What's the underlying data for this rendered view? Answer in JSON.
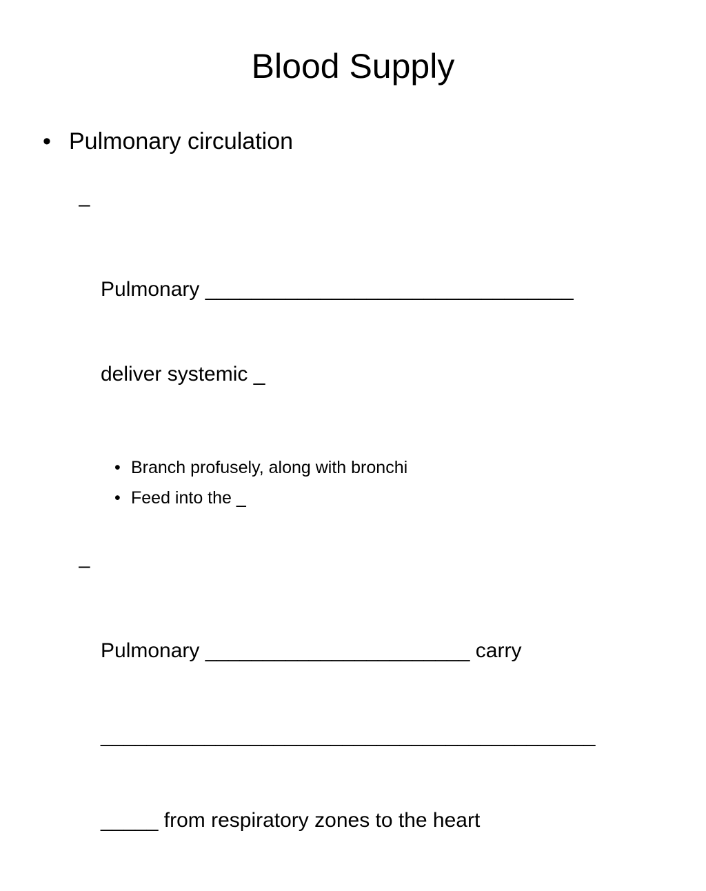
{
  "slide": {
    "title": "Blood Supply",
    "bullet1": {
      "marker": "•",
      "text": "Pulmonary circulation"
    },
    "sub1": {
      "marker": "–",
      "line1": "Pulmonary ________________________________",
      "line2": "deliver systemic _"
    },
    "sub1_items": [
      {
        "marker": "•",
        "text": "Branch profusely, along with bronchi"
      },
      {
        "marker": "•",
        "text": "Feed into the _"
      }
    ],
    "sub2": {
      "marker": "–",
      "line1": "Pulmonary _______________________ carry",
      "line2": "___________________________________________",
      "line3": "_____ from respiratory zones to the heart"
    }
  }
}
